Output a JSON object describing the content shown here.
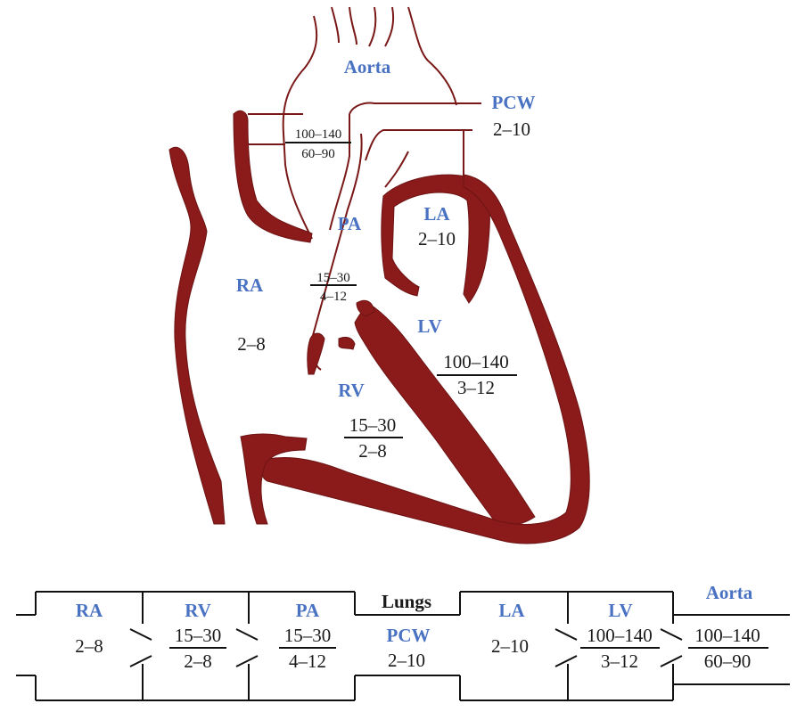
{
  "colors": {
    "heart": "#8b1a1a",
    "label_blue": "#4a72c2",
    "text": "#1a1a1a"
  },
  "heart": {
    "aorta": {
      "label": "Aorta",
      "systolic": "100–140",
      "diastolic": "60–90"
    },
    "pcw": {
      "label": "PCW",
      "value": "2–10"
    },
    "pa": {
      "label": "PA",
      "systolic": "15–30",
      "diastolic": "4–12"
    },
    "la": {
      "label": "LA",
      "value": "2–10"
    },
    "ra": {
      "label": "RA",
      "value": "2–8"
    },
    "lv": {
      "label": "LV",
      "systolic": "100–140",
      "diastolic": "3–12"
    },
    "rv": {
      "label": "RV",
      "systolic": "15–30",
      "diastolic": "2–8"
    }
  },
  "circuit": {
    "ra": {
      "label": "RA",
      "value": "2–8"
    },
    "rv": {
      "label": "RV",
      "systolic": "15–30",
      "diastolic": "2–8"
    },
    "pa": {
      "label": "PA",
      "systolic": "15–30",
      "diastolic": "4–12"
    },
    "lungs": {
      "label": "Lungs"
    },
    "pcw": {
      "label": "PCW",
      "value": "2–10"
    },
    "la": {
      "label": "LA",
      "value": "2–10"
    },
    "lv": {
      "label": "LV",
      "systolic": "100–140",
      "diastolic": "3–12"
    },
    "aorta": {
      "label": "Aorta",
      "systolic": "100–140",
      "diastolic": "60–90"
    }
  }
}
